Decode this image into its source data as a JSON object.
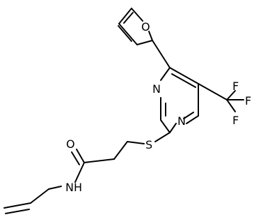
{
  "structure": {
    "atoms": [
      {
        "id": "O_furan",
        "label": "O"
      },
      {
        "id": "N_top",
        "label": "N"
      },
      {
        "id": "N_bottom",
        "label": "N"
      },
      {
        "id": "F1",
        "label": "F"
      },
      {
        "id": "F2",
        "label": "F"
      },
      {
        "id": "F3",
        "label": "F"
      },
      {
        "id": "S",
        "label": "S"
      },
      {
        "id": "O_carbonyl",
        "label": "O"
      },
      {
        "id": "N_amide",
        "label": "N"
      },
      {
        "id": "H_amide",
        "label": "H"
      }
    ]
  }
}
